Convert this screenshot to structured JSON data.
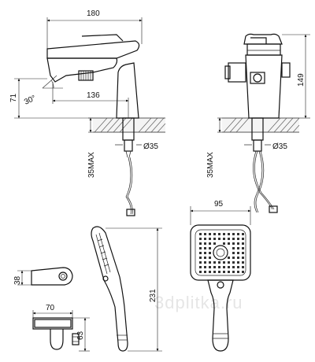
{
  "dimensions": {
    "faucet_width": "180",
    "faucet_height_side": "149",
    "spout_height": "71",
    "spout_angle": "30°",
    "spout_reach": "136",
    "hole_diameter_front": "Ø35",
    "hole_diameter_side": "Ø35",
    "max_deck_thickness_front": "35MAX",
    "max_deck_thickness_side": "35MAX",
    "hand_shower_head_width": "95",
    "hand_shower_length": "231",
    "holder_height": "38",
    "holder_depth": "70",
    "holder_base_height": "63"
  },
  "watermark": "3dplitka.ru"
}
